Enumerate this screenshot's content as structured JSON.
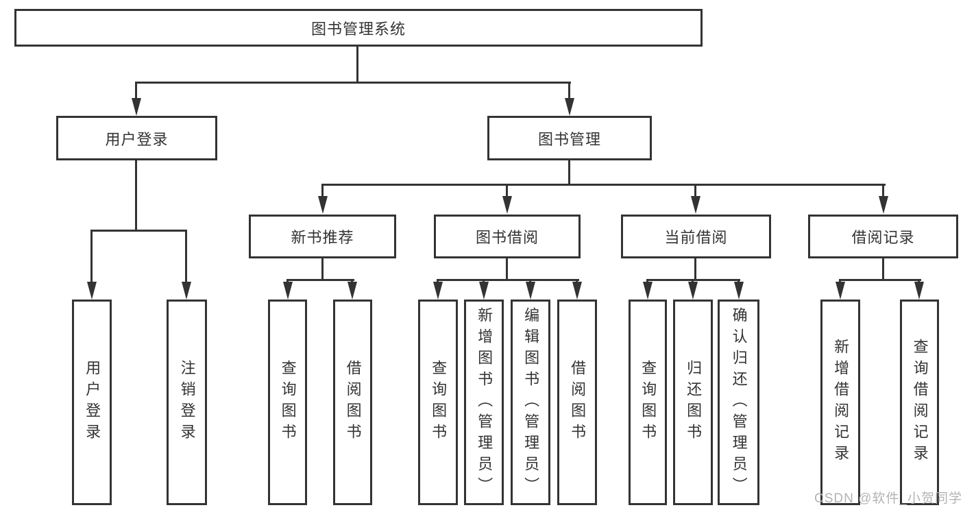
{
  "title": "图书管理系统",
  "diagram": {
    "root": {
      "label": "图书管理系统"
    },
    "level1": [
      {
        "label": "用户登录"
      },
      {
        "label": "图书管理"
      }
    ],
    "level2": [
      {
        "label": "新书推荐"
      },
      {
        "label": "图书借阅"
      },
      {
        "label": "当前借阅"
      },
      {
        "label": "借阅记录"
      }
    ],
    "leaves": [
      {
        "label": "用户登录"
      },
      {
        "label": "注销登录"
      },
      {
        "label": "查询图书"
      },
      {
        "label": "借阅图书"
      },
      {
        "label": "查询图书"
      },
      {
        "label": "新增图书（管理员）"
      },
      {
        "label": "编辑图书（管理员）"
      },
      {
        "label": "借阅图书"
      },
      {
        "label": "查询图书"
      },
      {
        "label": "归还图书"
      },
      {
        "label": "确认归还（管理员）"
      },
      {
        "label": "新增借阅记录"
      },
      {
        "label": "查询借阅记录"
      }
    ]
  },
  "watermark": {
    "text": "CSDN @软件_小贺同学",
    "color": "#b3b3b3"
  },
  "colors": {
    "line": "#333333",
    "text": "#333333",
    "box_bg": "#ffffff",
    "page_bg": "#ffffff"
  }
}
